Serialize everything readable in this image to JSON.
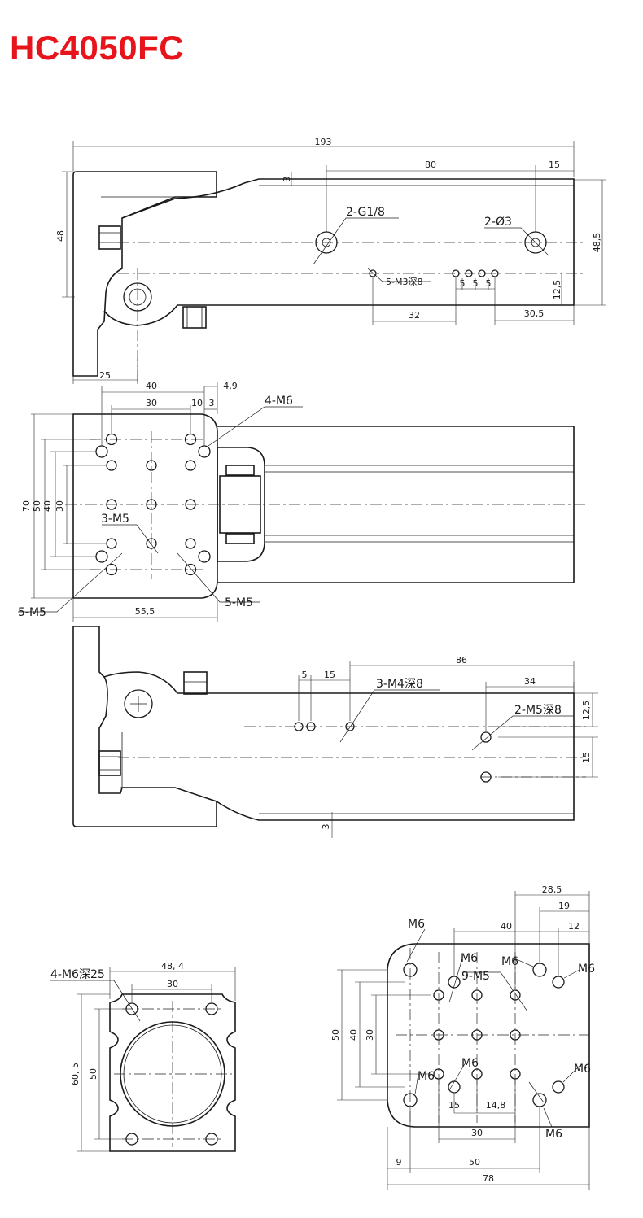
{
  "title": "HC4050FC",
  "colors": {
    "title": "#e8141b",
    "lines": "#1a1a1a"
  },
  "view1": {
    "dims": {
      "overall": "193",
      "d80": "80",
      "d15": "15",
      "d3": "3",
      "d48": "48",
      "d48_5": "48,5",
      "d12_5": "12,5",
      "d32": "32",
      "d30_5": "30,5",
      "d25": "25",
      "s5a": "5",
      "s5b": "5",
      "s5c": "5"
    },
    "labels": {
      "ports": "2-G1/8",
      "holes": "2-Ø3",
      "threads": "5-M3深8"
    }
  },
  "view2": {
    "dims": {
      "d40": "40",
      "d4_9": "4,9",
      "d30": "30",
      "d10": "10",
      "d3": "3",
      "d70": "70",
      "d50": "50",
      "d40v": "40",
      "d30v": "30",
      "d55_5": "55,5"
    },
    "labels": {
      "m6": "4-M6",
      "m5a": "3-M5",
      "m5b": "5-M5",
      "m5c": "5-M5"
    }
  },
  "view3": {
    "dims": {
      "d86": "86",
      "d5": "5",
      "d15": "15",
      "d34": "34",
      "d12_5": "12,5",
      "d15v": "15",
      "d3": "3"
    },
    "labels": {
      "m4": "3-M4深8",
      "m5": "2-M5深8"
    }
  },
  "view4": {
    "dims": {
      "d48_4": "48, 4",
      "d30": "30",
      "d60_5": "60, 5",
      "d50": "50"
    },
    "labels": {
      "m6": "4-M6深25"
    }
  },
  "view5": {
    "dims": {
      "d28_5": "28,5",
      "d19": "19",
      "d40": "40",
      "d12": "12",
      "d50": "50",
      "d40v": "40",
      "d30v": "30",
      "d15": "15",
      "d14_8": "14,8",
      "d30": "30",
      "d9": "9",
      "d50b": "50",
      "d78": "78"
    },
    "labels": {
      "m6a": "M6",
      "m6b": "M6",
      "m6c": "M6",
      "m6d": "M6",
      "m6e": "M6",
      "m6f": "M6",
      "m6g": "M6",
      "m6h": "M6",
      "m5": "9-M5"
    }
  }
}
